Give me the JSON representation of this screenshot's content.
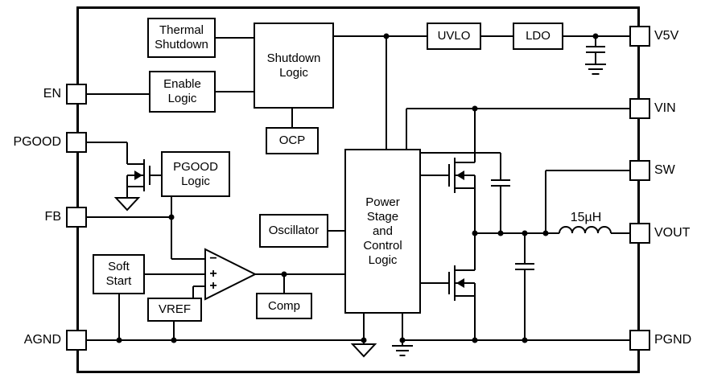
{
  "blocks": {
    "thermal_shutdown": {
      "label": "Thermal\nShutdown"
    },
    "shutdown_logic": {
      "label": "Shutdown\nLogic"
    },
    "uvlo": {
      "label": "UVLO"
    },
    "ldo": {
      "label": "LDO"
    },
    "enable_logic": {
      "label": "Enable\nLogic"
    },
    "ocp": {
      "label": "OCP"
    },
    "pgood_logic": {
      "label": "PGOOD\nLogic"
    },
    "oscillator": {
      "label": "Oscillator"
    },
    "power_stage": {
      "label": "Power\nStage\nand\nControl\nLogic"
    },
    "soft_start": {
      "label": "Soft\nStart"
    },
    "vref": {
      "label": "VREF"
    },
    "comp": {
      "label": "Comp"
    }
  },
  "pins": {
    "left": [
      {
        "label": "EN"
      },
      {
        "label": "PGOOD"
      },
      {
        "label": "FB"
      },
      {
        "label": "AGND"
      }
    ],
    "right": [
      {
        "label": "V5V"
      },
      {
        "label": "VIN"
      },
      {
        "label": "SW"
      },
      {
        "label": "VOUT"
      },
      {
        "label": "PGND"
      }
    ]
  },
  "components": {
    "inductor": {
      "label": "15µH"
    },
    "error_amp": {
      "inputs": [
        "−",
        "+",
        "+"
      ]
    }
  },
  "colors": {
    "line": "#000000",
    "background": "#ffffff"
  }
}
